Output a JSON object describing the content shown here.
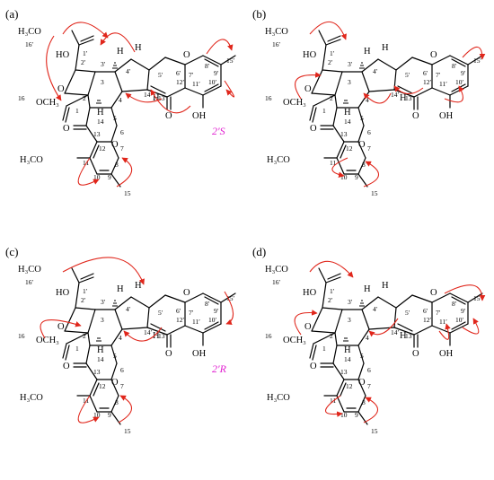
{
  "colors": {
    "arrow": "#e0261b",
    "stereo": "#e11fd0",
    "ink": "#000000"
  },
  "panels": [
    {
      "tag": "(a)",
      "stereo": "2′S",
      "labels": {
        "ome1": "H₃CO",
        "ome2": "OCH₃",
        "ome3": "H₃CO",
        "oh1": "HO",
        "oh2": "OH",
        "o_ring": "O",
        "o_keto1": "O",
        "o_keto2": "O",
        "o6": "O",
        "o2ring": "O",
        "h1": "H",
        "h2": "H",
        "h3": "H",
        "h4": "H"
      },
      "nums": [
        "16′",
        "1′",
        "2′",
        "3′",
        "4′",
        "5′",
        "6′",
        "7′",
        "8′",
        "9′",
        "10′",
        "11′",
        "12′",
        "13′",
        "14′",
        "15′",
        "16",
        "1",
        "2",
        "3",
        "4",
        "5",
        "13",
        "14",
        "12",
        "7",
        "8",
        "9",
        "10",
        "11",
        "15",
        "6"
      ]
    },
    {
      "tag": "(b)",
      "stereo": "",
      "labels": {
        "ome1": "H₃CO",
        "ome2": "OCH₃",
        "ome3": "H₃CO",
        "oh1": "HO",
        "oh2": "OH",
        "o_ring": "O",
        "o_keto1": "O",
        "o_keto2": "O",
        "o6": "O",
        "o2ring": "O",
        "h1": "H",
        "h2": "H",
        "h3": "H",
        "h4": "H"
      },
      "nums": [
        "16′",
        "1′",
        "2′",
        "3′",
        "4′",
        "5′",
        "6′",
        "7′",
        "8′",
        "9′",
        "10′",
        "11′",
        "12′",
        "13′",
        "14′",
        "15′",
        "16",
        "1",
        "2",
        "3",
        "4",
        "5",
        "13",
        "14",
        "12",
        "7",
        "8",
        "9",
        "10",
        "11",
        "15",
        "6"
      ]
    },
    {
      "tag": "(c)",
      "stereo": "2′R",
      "labels": {
        "ome1": "H₃CO",
        "ome2": "OCH₃",
        "ome3": "H₃CO",
        "oh1": "HO",
        "oh2": "OH",
        "o_ring": "O",
        "o_keto1": "O",
        "o_keto2": "O",
        "o6": "O",
        "o2ring": "O",
        "h1": "H",
        "h2": "H",
        "h3": "H",
        "h4": "H"
      },
      "nums": [
        "16′",
        "1′",
        "2′",
        "3′",
        "4′",
        "5′",
        "6′",
        "7′",
        "8′",
        "9′",
        "10′",
        "11′",
        "12′",
        "13′",
        "14′",
        "15′",
        "16",
        "1",
        "2",
        "3",
        "4",
        "5",
        "13",
        "14",
        "12",
        "7",
        "8",
        "9",
        "10",
        "11",
        "15",
        "6"
      ]
    },
    {
      "tag": "(d)",
      "stereo": "",
      "labels": {
        "ome1": "H₃CO",
        "ome2": "OCH₃",
        "ome3": "H₃CO",
        "oh1": "HO",
        "oh2": "OH",
        "o_ring": "O",
        "o_keto1": "O",
        "o_keto2": "O",
        "o6": "O",
        "o2ring": "O",
        "h1": "H",
        "h2": "H",
        "h3": "H",
        "h4": "H"
      },
      "nums": [
        "16′",
        "1′",
        "2′",
        "3′",
        "4′",
        "5′",
        "6′",
        "7′",
        "8′",
        "9′",
        "10′",
        "11′",
        "12′",
        "13′",
        "14′",
        "15′",
        "16",
        "1",
        "2",
        "3",
        "4",
        "5",
        "13",
        "14",
        "12",
        "7",
        "8",
        "9",
        "10",
        "11",
        "15",
        "6"
      ]
    }
  ]
}
